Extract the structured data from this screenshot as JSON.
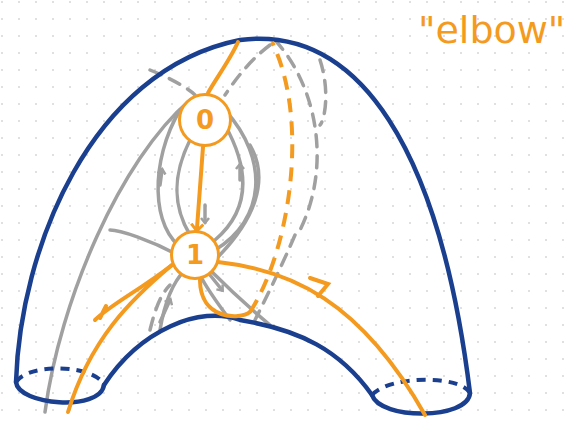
{
  "diagram": {
    "nodes": [
      {
        "text": [
          "0"
        ]
      },
      {
        "text": [
          "1"
        ]
      }
    ],
    "edges": [
      {
        "from": 0,
        "to": 1,
        "arrow": "to"
      }
    ],
    "labels": [
      "\"elbow\""
    ]
  }
}
